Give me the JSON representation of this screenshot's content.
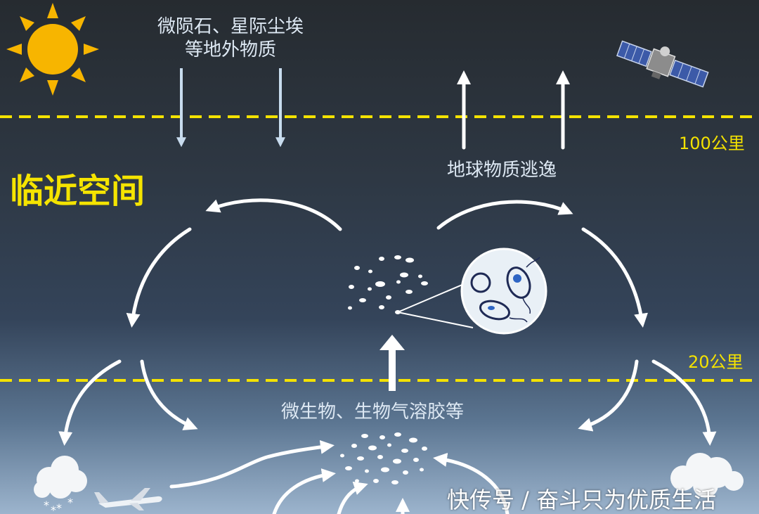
{
  "labels": {
    "meteoric_matter": "微陨石、星际尘埃\n等地外物质",
    "earth_escape": "地球物质逃逸",
    "altitude_high": "100公里",
    "altitude_low": "20公里",
    "near_space": "临近空间",
    "microbes": "微生物、生物气溶胶等",
    "watermark": "快传号 / 奋斗只为优质生活"
  },
  "icons": [
    "sun-icon",
    "satellite-icon",
    "cloud-icon",
    "snow-icon",
    "airplane-icon",
    "microbe-cells-icon"
  ],
  "colors": {
    "dashed_line": "#f4e200",
    "near_space_text": "#f5e400",
    "sky_top": "#262b30",
    "sky_bottom": "#9cb4cd",
    "sun": "#f7b500"
  }
}
